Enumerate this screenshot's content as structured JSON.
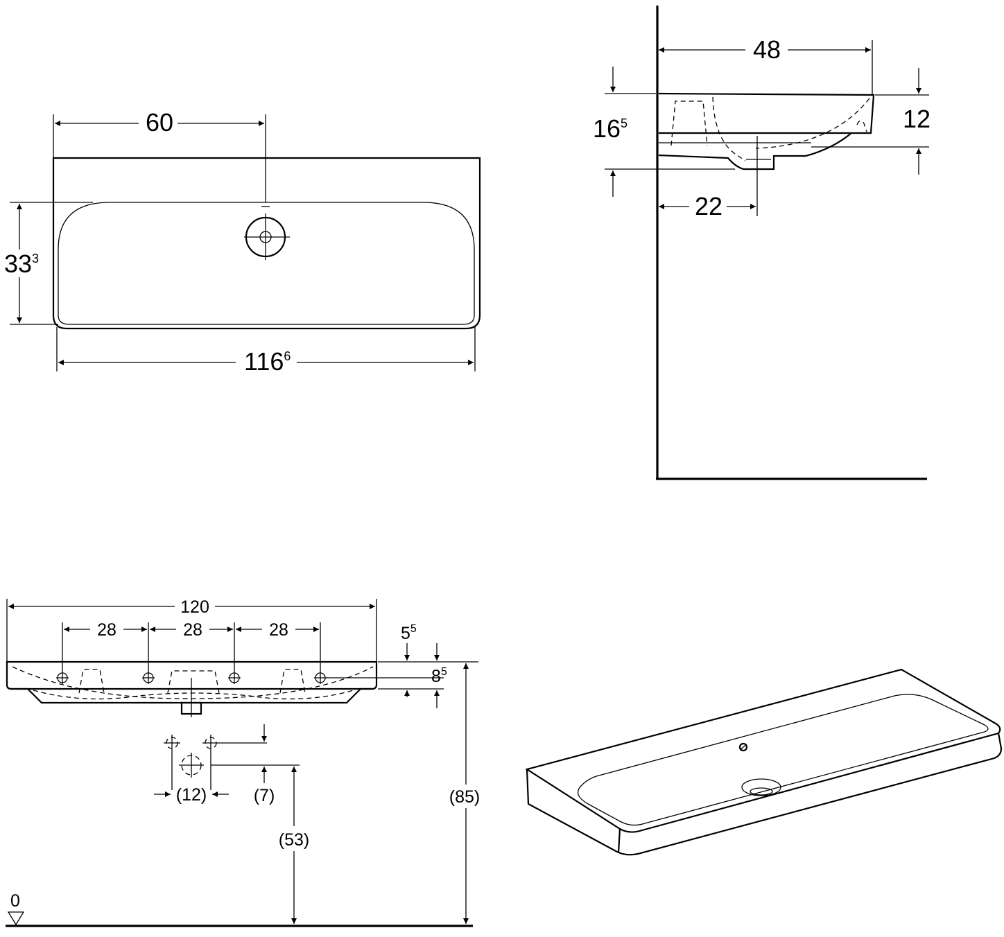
{
  "top_view": {
    "dim_drain_offset": "60",
    "dim_bowl_depth": {
      "base": "33",
      "sup": "3"
    },
    "dim_width": {
      "base": "116",
      "sup": "6"
    }
  },
  "side_view": {
    "dim_depth": "48",
    "dim_height": {
      "base": "16",
      "sup": "5"
    },
    "dim_rim": "12",
    "dim_drain_from_wall": "22"
  },
  "front_view": {
    "dim_total_width": "120",
    "dim_hole_spacing": [
      "28",
      "28",
      "28"
    ],
    "dim_rim_small": {
      "base": "5",
      "sup": "5"
    },
    "dim_rim_large": {
      "base": "8",
      "sup": "5"
    },
    "dim_tap_spacing": "(12)",
    "dim_tap_offset": "(7)",
    "dim_drain_height": "(53)",
    "dim_mount_height": "(85)",
    "floor_level": "0"
  }
}
